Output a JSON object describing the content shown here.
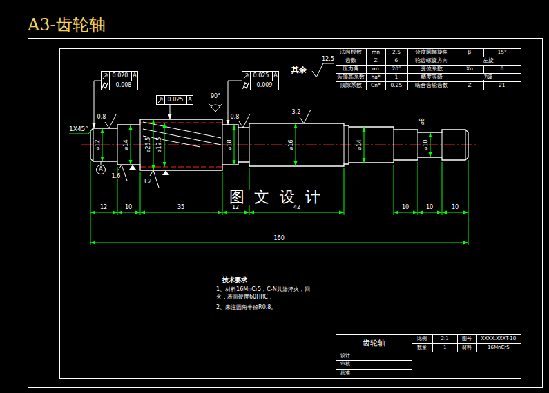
{
  "diagram": {
    "title": "A3-齿轮轴",
    "nodes": [
      {
        "text": [
          "0.020",
          "A",
          "0.008"
        ]
      },
      {
        "text": [
          "0.025",
          "A"
        ]
      },
      {
        "text": [
          "0.025",
          "A",
          "0.009"
        ]
      },
      {
        "text": [
          "A"
        ]
      }
    ],
    "labels": [
      "1X45°",
      "⌀12",
      "⌀14",
      "⌀25.5",
      "⌀19.5",
      "⌀18",
      "⌀16",
      "⌀14",
      "⌀10",
      "⌀8",
      "12",
      "10",
      "35",
      "12",
      "42",
      "10",
      "10",
      "10",
      "160",
      "0.8",
      "1.6",
      "3.2",
      "0.8",
      "3.2",
      "90°",
      "其余",
      "12.5",
      "图 文 设 计",
      "法向模数",
      "mn",
      "2.5",
      "分度圆螺旋角",
      "β",
      "15°",
      "齿数",
      "Z",
      "6",
      "轮齿螺旋方向",
      "左旋",
      "压力角",
      "αn",
      "20°",
      "变位系数",
      "Xn",
      "0",
      "齿顶高系数",
      "ha*",
      "1",
      "精度等级",
      "7级",
      "顶隙系数",
      "Cn*",
      "0.25",
      "啮合齿轮齿数",
      "Z",
      "21",
      "技术要求",
      "1、材料16MnCr5，C-N共渗淬火，回火，表面硬度60HRC；",
      "2、未注圆角半径R0.8。",
      "齿轮轴",
      "比例",
      "2:1",
      "图号",
      "XXXX.XXXT-10",
      "数量",
      "1",
      "材料",
      "16MnCr5",
      "设计",
      "审核",
      "批准"
    ]
  }
}
